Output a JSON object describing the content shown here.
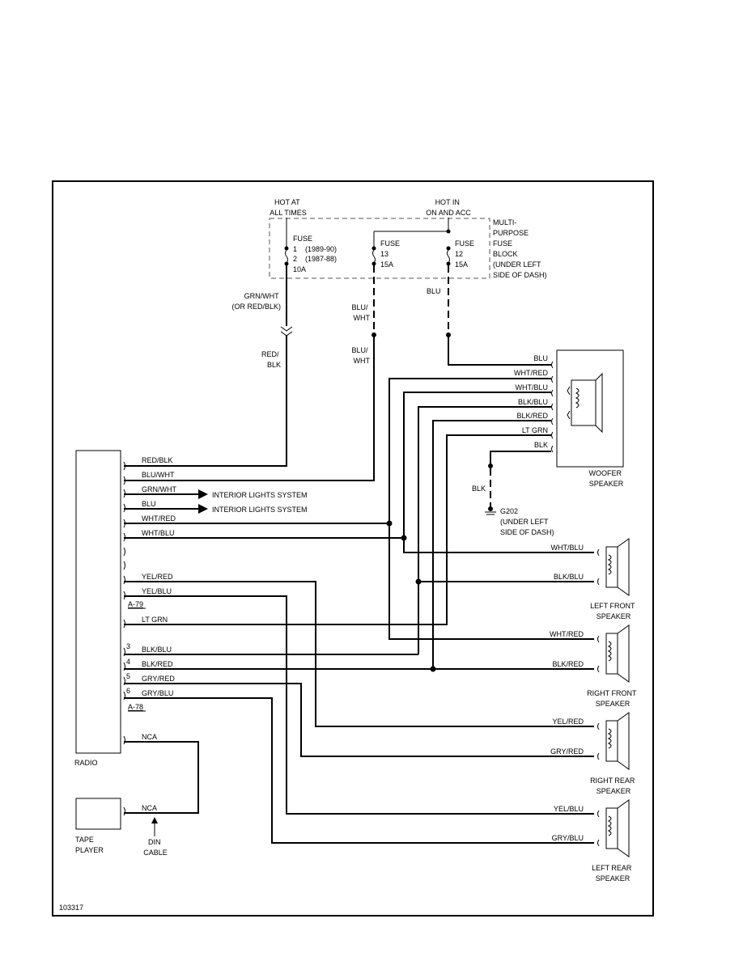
{
  "power": {
    "hot_at_all_times": [
      "HOT AT",
      "ALL TIMES"
    ],
    "hot_in_on_acc": [
      "HOT IN",
      "ON AND ACC"
    ],
    "fuse_block_label": [
      "MULTI-",
      "PURPOSE",
      "FUSE",
      "BLOCK",
      "(UNDER LEFT",
      "SIDE OF DASH)"
    ],
    "fuse_a": [
      "FUSE",
      "1    (1989-90)",
      "2    (1987-88)",
      "10A"
    ],
    "fuse_b": [
      "FUSE",
      "13",
      "15A"
    ],
    "fuse_c": [
      "FUSE",
      "12",
      "15A"
    ]
  },
  "wires": {
    "grn_wht_or": [
      "GRN/WHT",
      "(OR RED/BLK)"
    ],
    "red_blk": [
      "RED/",
      "BLK"
    ],
    "blu_wht_1": [
      "BLU/",
      "WHT"
    ],
    "blu_wht_2": [
      "BLU/",
      "WHT"
    ],
    "blu_fuse": "BLU",
    "blk_ground": "BLK"
  },
  "woofer": {
    "wires": [
      "BLU",
      "WHT/RED",
      "WHT/BLU",
      "BLK/BLU",
      "BLK/RED",
      "LT GRN",
      "BLK"
    ],
    "label": [
      "WOOFER",
      "SPEAKER"
    ]
  },
  "ground": [
    "G202",
    "(UNDER LEFT",
    "SIDE OF DASH)"
  ],
  "radio": {
    "label": "RADIO",
    "pins": [
      "RED/BLK",
      "BLU/WHT",
      "GRN/WHT",
      "BLU",
      "WHT/RED",
      "WHT/BLU",
      "YEL/RED",
      "YEL/BLU",
      "LT GRN",
      "BLK/BLU",
      "BLK/RED",
      "GRY/RED",
      "GRY/BLU",
      "NCA"
    ],
    "pin_numbers": [
      "3",
      "4",
      "5",
      "6"
    ],
    "connectors": [
      "A-79",
      "A-78"
    ]
  },
  "interior": [
    "INTERIOR LIGHTS SYSTEM",
    "INTERIOR LIGHTS SYSTEM"
  ],
  "tape": {
    "label": [
      "TAPE",
      "PLAYER"
    ],
    "wire": "NCA",
    "din": [
      "DIN",
      "CABLE"
    ]
  },
  "speakers": [
    {
      "wires": [
        "WHT/BLU",
        "BLK/BLU"
      ],
      "label": [
        "LEFT FRONT",
        "SPEAKER"
      ]
    },
    {
      "wires": [
        "WHT/RED",
        "BLK/RED"
      ],
      "label": [
        "RIGHT FRONT",
        "SPEAKER"
      ]
    },
    {
      "wires": [
        "YEL/RED",
        "GRY/RED"
      ],
      "label": [
        "RIGHT REAR",
        "SPEAKER"
      ]
    },
    {
      "wires": [
        "YEL/BLU",
        "GRY/BLU"
      ],
      "label": [
        "LEFT REAR",
        "SPEAKER"
      ]
    }
  ],
  "figure_id": "103317"
}
